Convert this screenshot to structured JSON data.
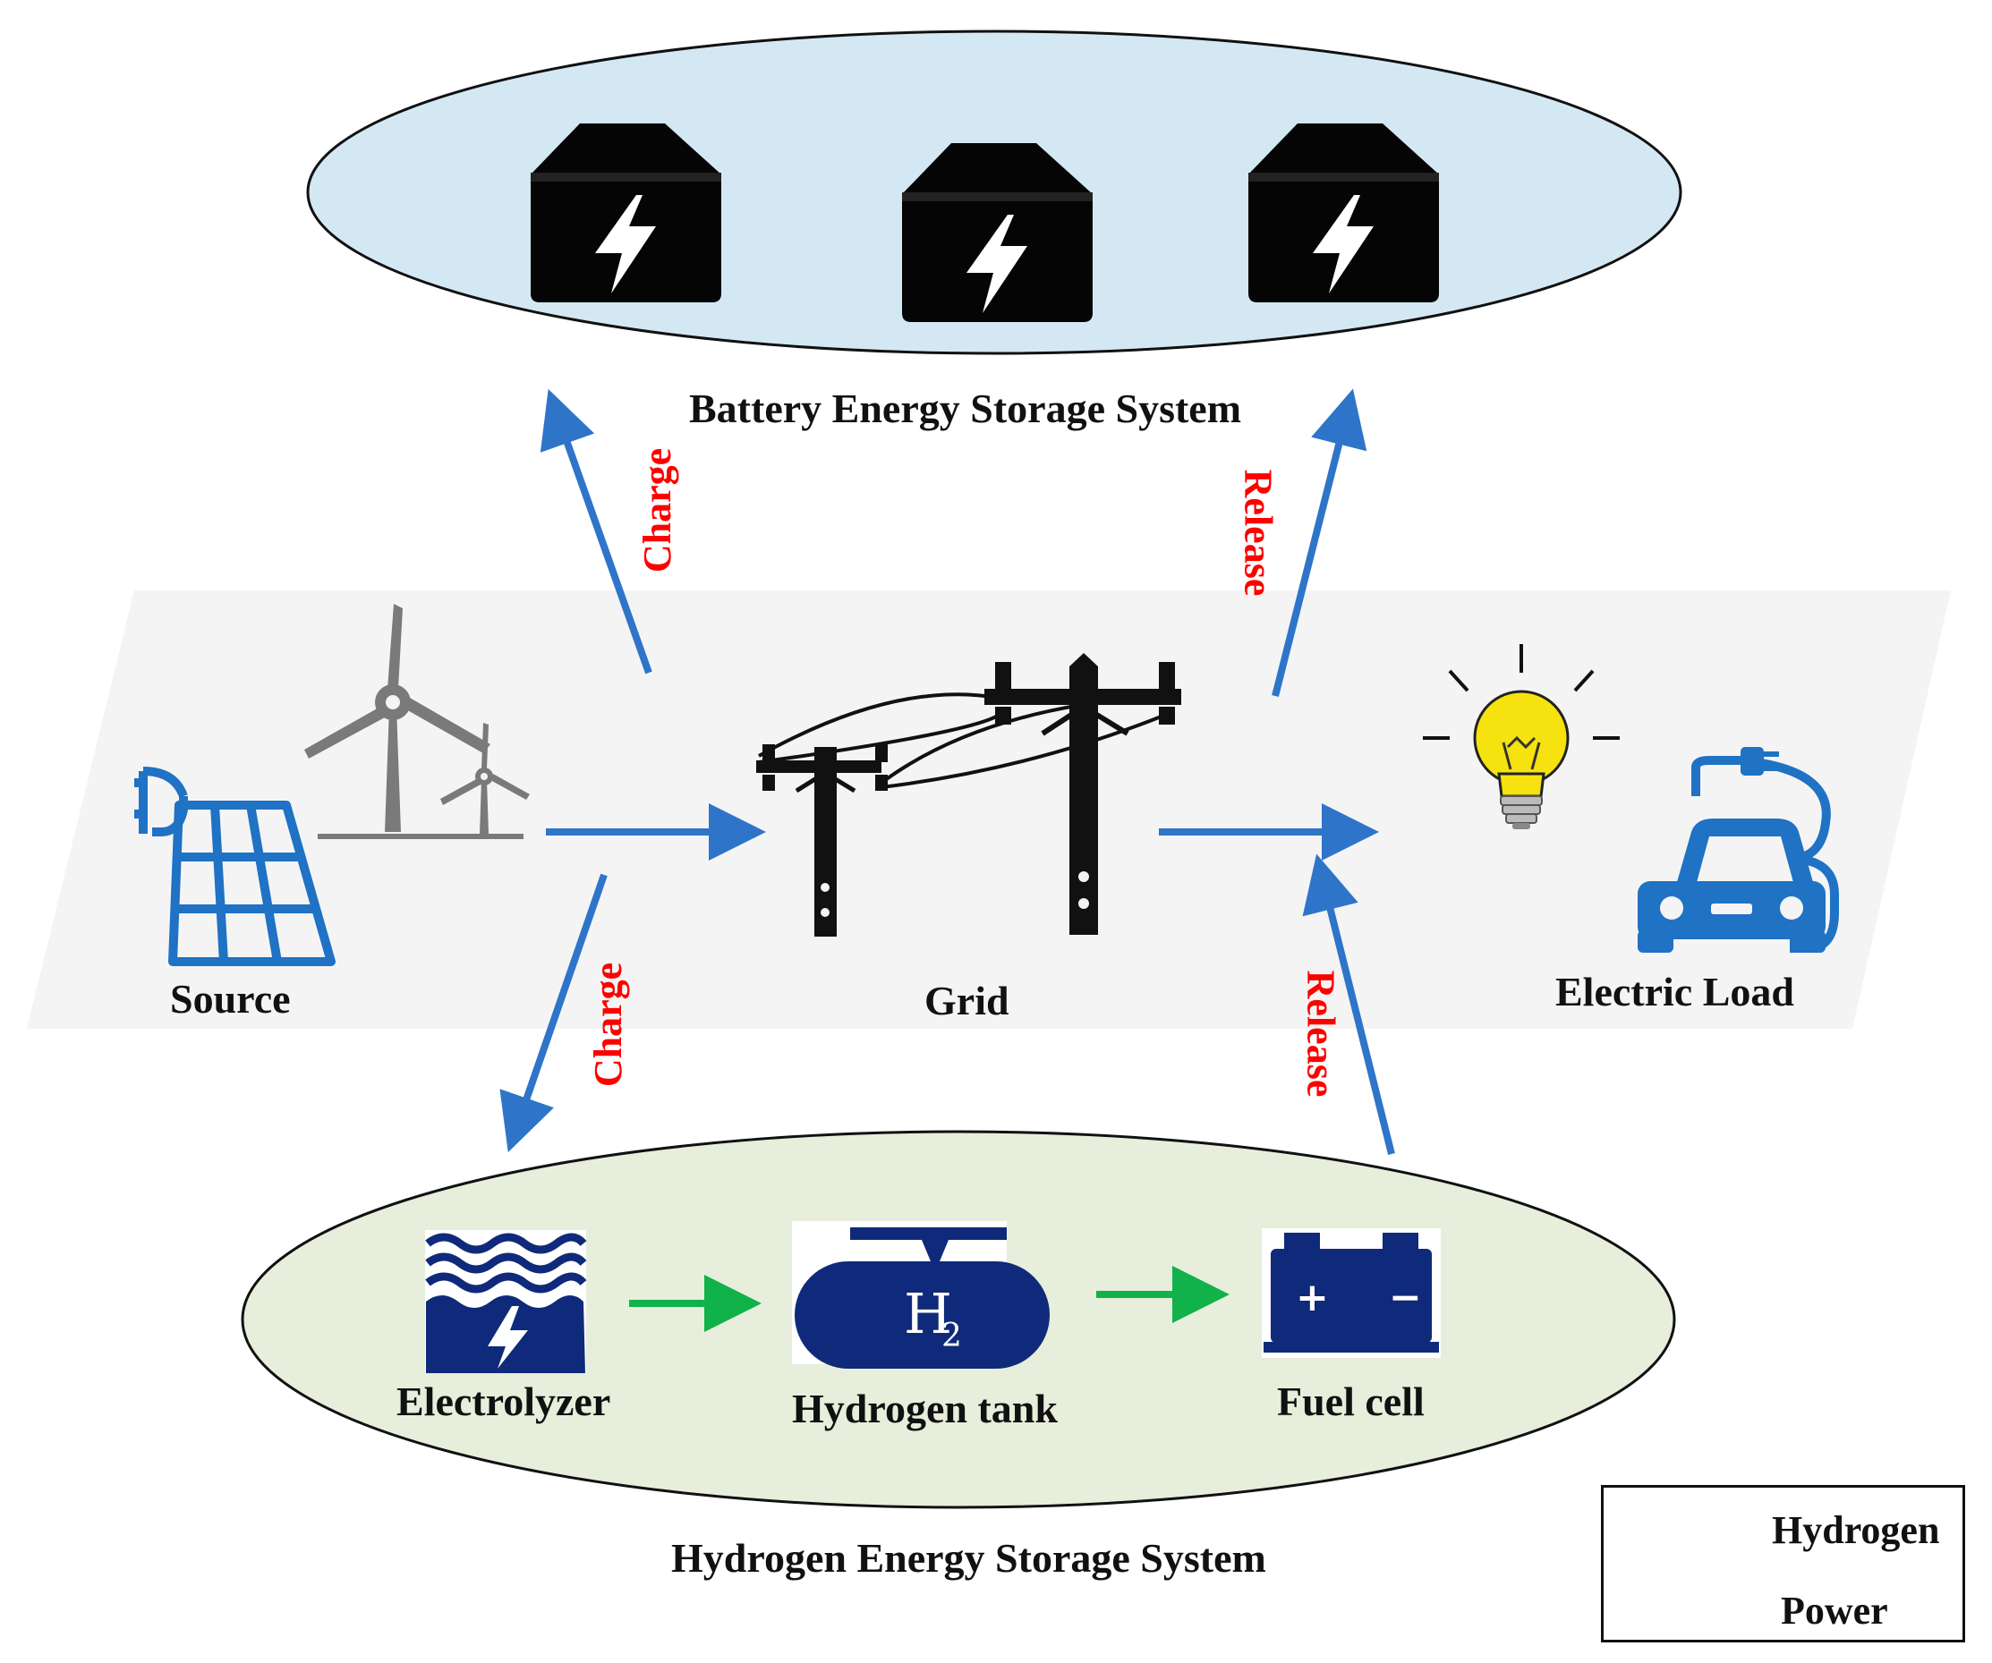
{
  "labels": {
    "battery_system": "Battery Energy Storage System",
    "hydrogen_system": "Hydrogen Energy Storage System",
    "source": "Source",
    "grid": "Grid",
    "electric_load": "Electric Load",
    "electrolyzer": "Electrolyzer",
    "hydrogen_tank": "Hydrogen tank",
    "fuel_cell": "Fuel cell",
    "h2_main": "H",
    "h2_sub": "2",
    "fuel_cell_plus": "+",
    "fuel_cell_minus": "−"
  },
  "flows": {
    "charge_battery": "Charge",
    "release_battery": "Release",
    "charge_hydrogen": "Charge",
    "release_hydrogen": "Release"
  },
  "legend": {
    "hydrogen": "Hydrogen",
    "power": "Power"
  },
  "colors": {
    "power_arrow": "#2e75c9",
    "hydrogen_arrow": "#12b24a",
    "flow_label": "#ff0000",
    "battery_ellipse": "#d4e8f4",
    "hydrogen_ellipse": "#e7eedb",
    "band": "#f4f4f4",
    "solar_ev_icon": "#1f72c4",
    "hydrogen_icon": "#0f2a7a",
    "turbine": "#7a7a7a",
    "bulb": "#f6e20f"
  },
  "icons": [
    "battery-icon",
    "wind-turbine-icon",
    "solar-panel-icon",
    "power-pole-icon",
    "light-bulb-icon",
    "electric-car-icon",
    "electrolyzer-icon",
    "hydrogen-tank-icon",
    "fuel-cell-icon"
  ]
}
